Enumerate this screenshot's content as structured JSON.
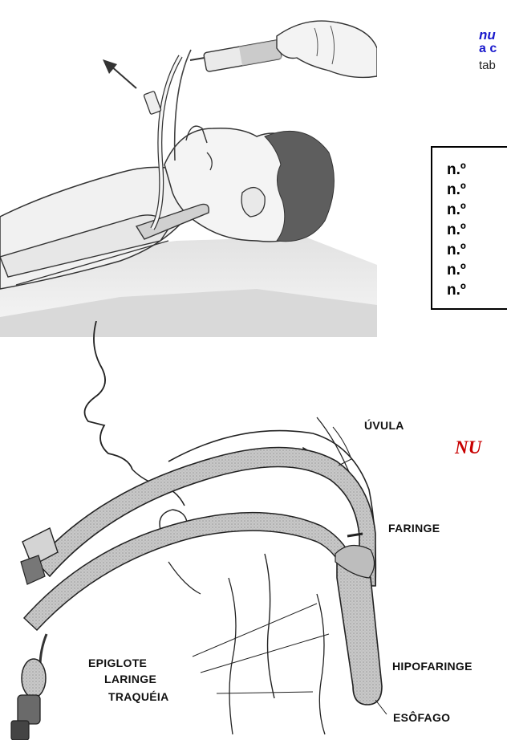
{
  "caption": {
    "line1": "nu",
    "line2": "a c",
    "line3": "tab"
  },
  "size_list": [
    "n.º",
    "n.º",
    "n.º",
    "n.º",
    "n.º",
    "n.º",
    "n.º"
  ],
  "heading": "NU",
  "anatomy_labels": {
    "uvula": "ÚVULA",
    "pharynx": "FARINGE",
    "hypopharynx": "HIPOFARINGE",
    "epiglottis": "EPIGLOTE",
    "larynx": "LARINGE",
    "trachea": "TRAQUÉIA",
    "esophagus": "ESÔFAGO"
  },
  "colors": {
    "caption_blue": "#1a1acc",
    "heading_red": "#c80000",
    "shading_gray": "#cfcfcf",
    "outline": "#222222"
  }
}
